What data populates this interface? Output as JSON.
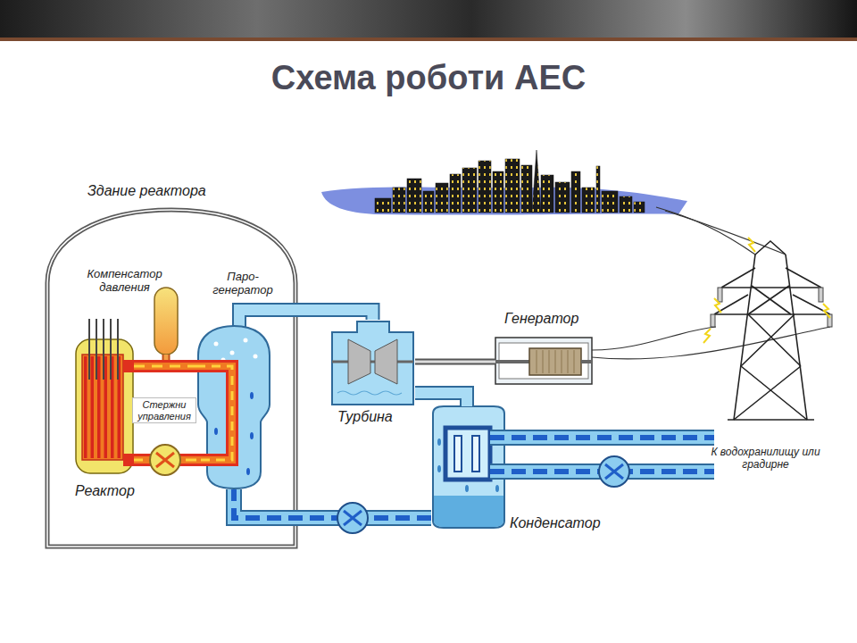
{
  "diagram": {
    "title": "Схема роботи АЕС",
    "nodes": [
      {
        "text": [
          "Здание реактора"
        ]
      },
      {
        "text": [
          "Компенсатор давления"
        ],
        "in": 0
      },
      {
        "text": [
          "Паро- генератор"
        ],
        "in": 0
      },
      {
        "text": [
          "Реактор"
        ],
        "in": 0
      },
      {
        "text": [
          "Генератор"
        ]
      },
      {
        "text": [
          "Турбина"
        ]
      },
      {
        "text": [
          "Конденсатор"
        ]
      }
    ],
    "edges": [
      {
        "from": 1,
        "to": 3,
        "arrow": "none"
      },
      {
        "from": 3,
        "to": 2,
        "arrow": "none"
      },
      {
        "from": 2,
        "to": 5,
        "arrow": "none"
      },
      {
        "from": 5,
        "to": 6,
        "arrow": "none"
      },
      {
        "from": 6,
        "to": 2,
        "arrow": "none"
      },
      {
        "from": 5,
        "to": 4,
        "arrow": "none"
      }
    ],
    "labels": [
      "Стержни управления",
      "К водохранилищу или градирне"
    ]
  }
}
